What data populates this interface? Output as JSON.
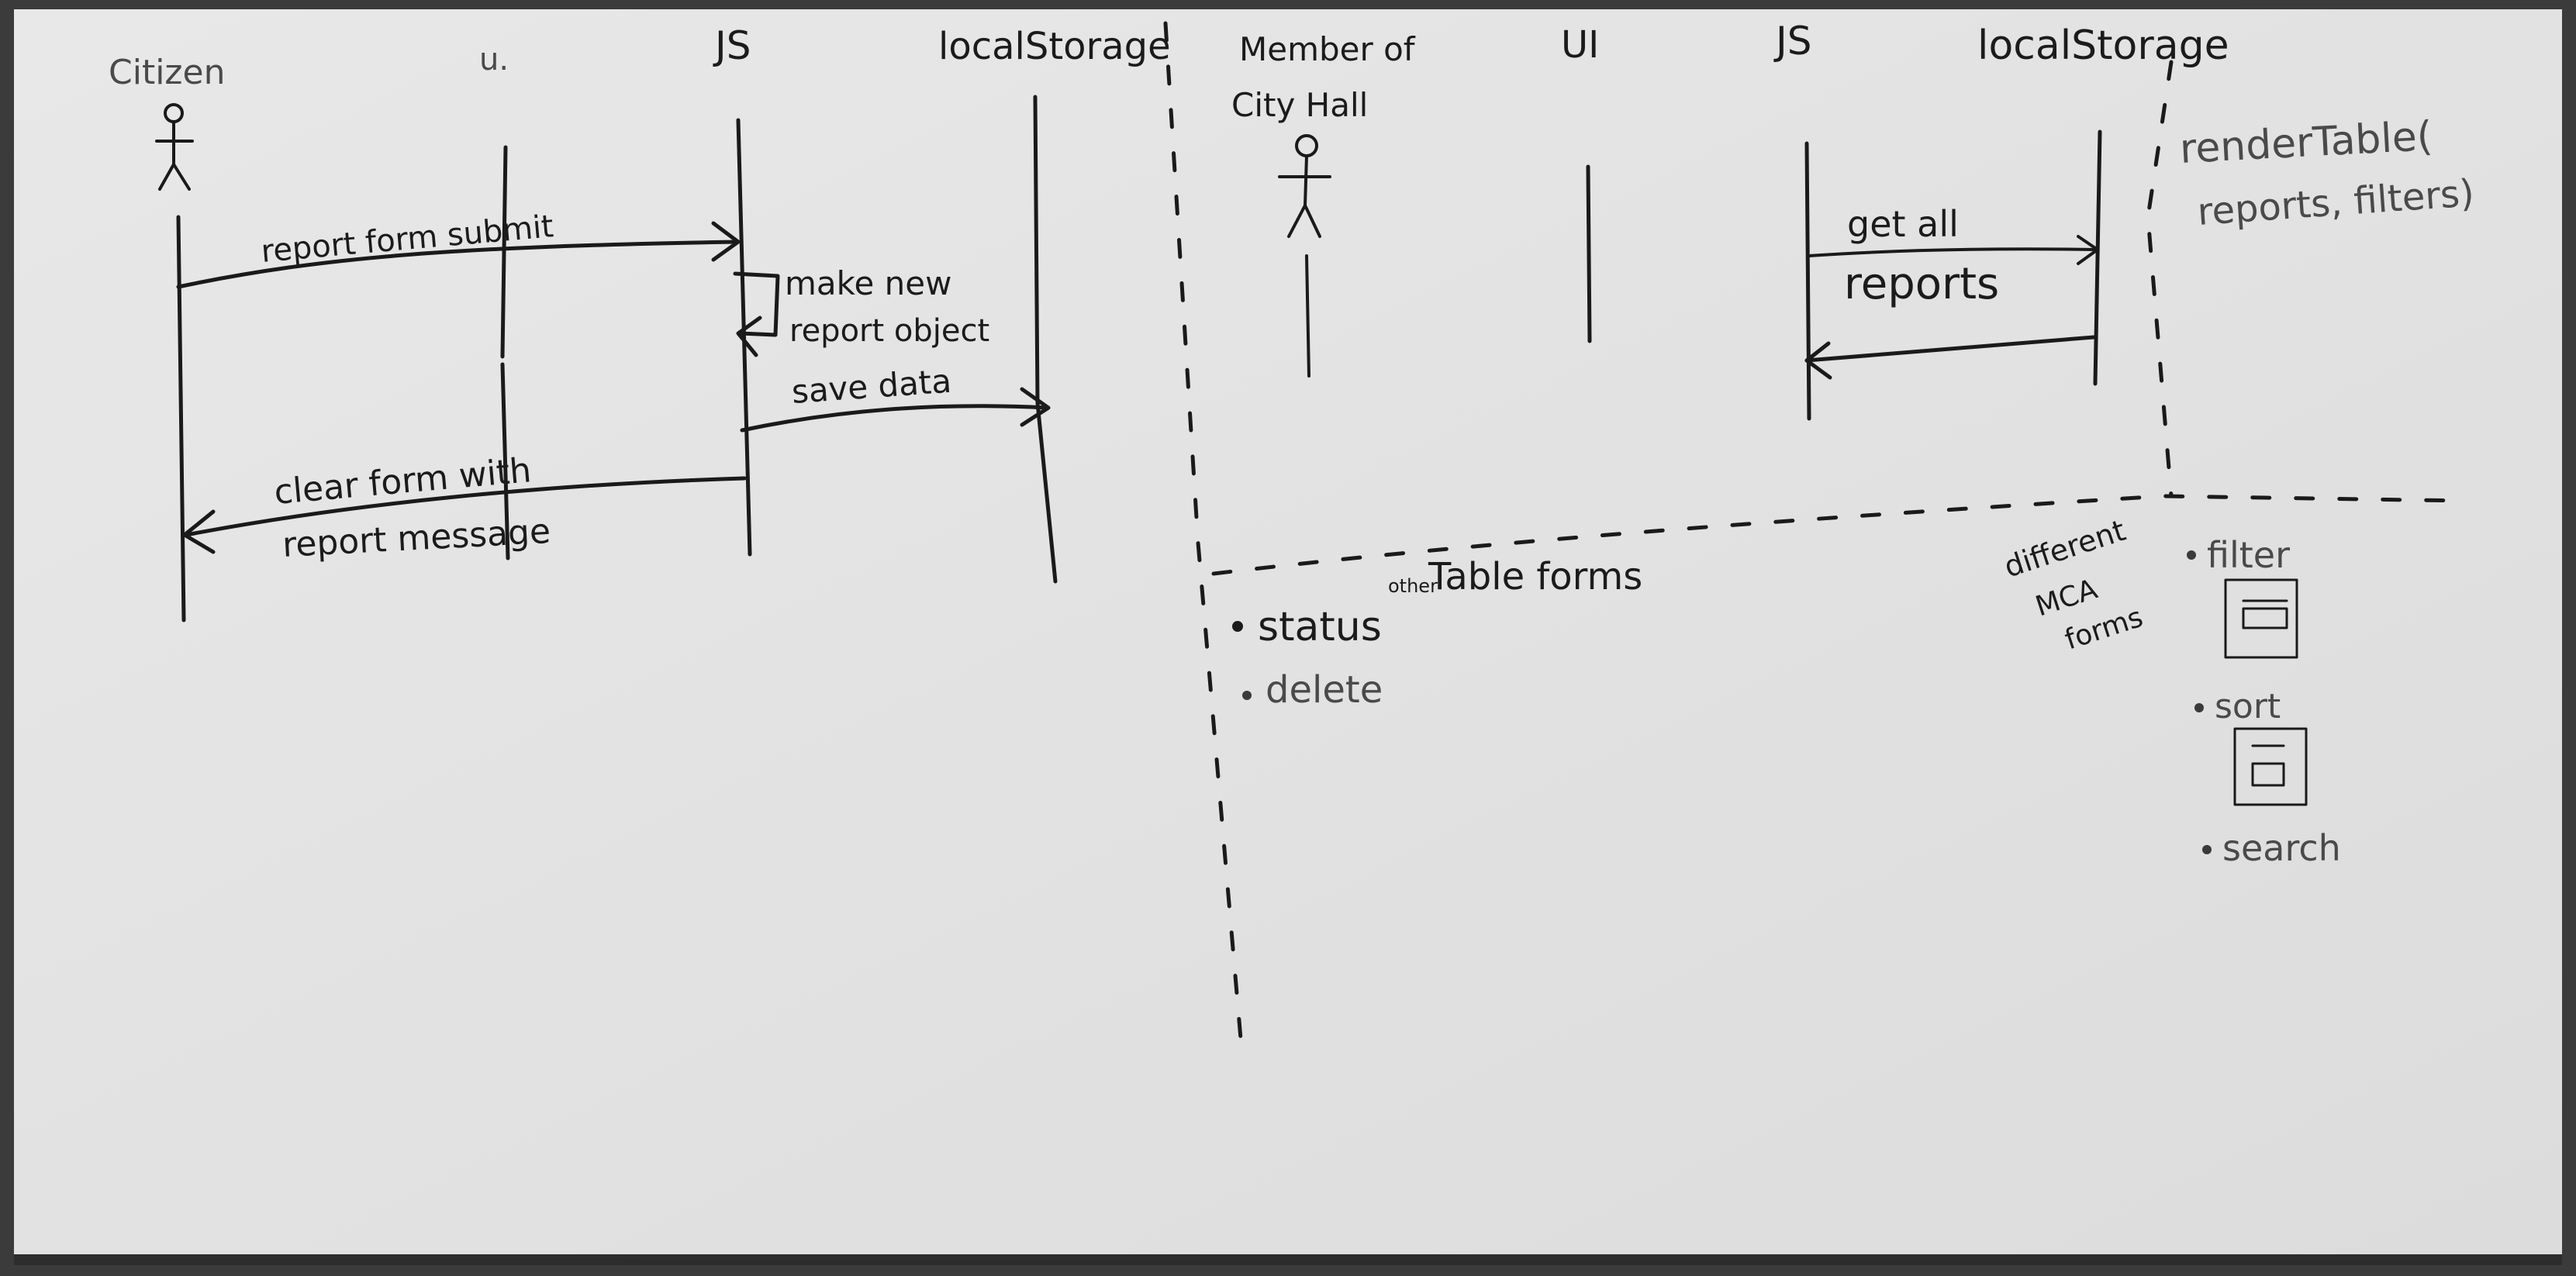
{
  "left_diagram": {
    "actor": "Citizen",
    "ui": "u.",
    "js": "JS",
    "storage": "localStorage",
    "messages": {
      "submit_text": "report form submit",
      "self_text_1": "make new",
      "self_text_2": "report object",
      "save_text": "save data",
      "return_text_1": "clear form with",
      "return_text_2": "report message"
    }
  },
  "right_diagram": {
    "actor_1": "Member of",
    "actor_2": "City Hall",
    "ui": "UI",
    "js": "JS",
    "storage": "localStorage",
    "get_text_1": "get all",
    "get_text_2": "reports",
    "render_1": "renderTable(",
    "render_2": "reports, filters)"
  },
  "table_forms": {
    "heading_prefix": "other",
    "heading": "Table forms",
    "items": [
      "status",
      "delete"
    ]
  },
  "mca_forms": {
    "line_1": "different",
    "line_2": "MCA",
    "line_3": "forms",
    "items": [
      "filter",
      "sort",
      "search"
    ]
  }
}
